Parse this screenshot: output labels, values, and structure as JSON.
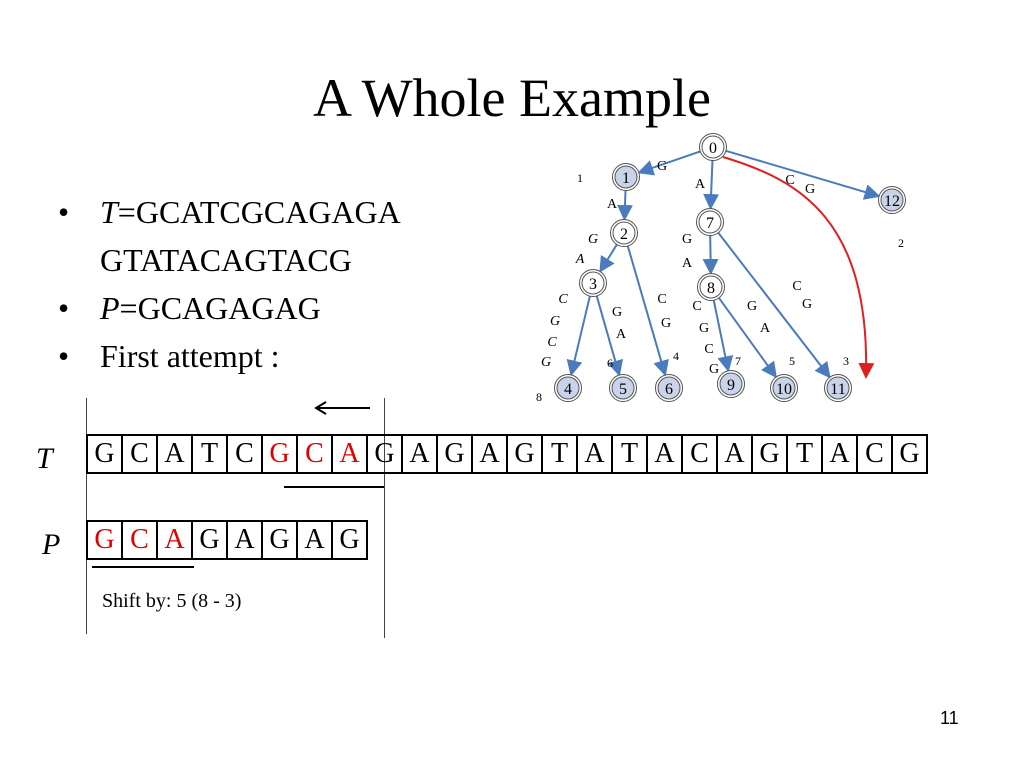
{
  "slide": {
    "title": "A Whole Example",
    "page_number": "11"
  },
  "bullets": [
    {
      "prefix_italic": "T",
      "text": "=GCATCGCAGAGA",
      "text_line2": "GTATACAGTACG"
    },
    {
      "prefix_italic": "P",
      "text": "=GCAGAGAG"
    },
    {
      "prefix_italic": "",
      "text": "First attempt :"
    }
  ],
  "labels": {
    "T": "T",
    "P": "P"
  },
  "text_row": [
    "G",
    "C",
    "A",
    "T",
    "C",
    "G",
    "C",
    "A",
    "G",
    "A",
    "G",
    "A",
    "G",
    "T",
    "A",
    "T",
    "A",
    "C",
    "A",
    "G",
    "T",
    "A",
    "C",
    "G"
  ],
  "text_row_red": [
    5,
    6,
    7
  ],
  "pattern_row": [
    "G",
    "C",
    "A",
    "G",
    "A",
    "G",
    "A",
    "G"
  ],
  "pattern_row_red": [
    0,
    1,
    2
  ],
  "shift_text": "Shift by: 5 (8 - 3)",
  "tree": {
    "nodes": [
      {
        "id": "0",
        "label": "0",
        "filled": false
      },
      {
        "id": "1",
        "label": "1",
        "filled": true
      },
      {
        "id": "2",
        "label": "2",
        "filled": false
      },
      {
        "id": "3",
        "label": "3",
        "filled": false
      },
      {
        "id": "4",
        "label": "4",
        "filled": true
      },
      {
        "id": "5",
        "label": "5",
        "filled": true
      },
      {
        "id": "6",
        "label": "6",
        "filled": true
      },
      {
        "id": "7",
        "label": "7",
        "filled": false
      },
      {
        "id": "8",
        "label": "8",
        "filled": false
      },
      {
        "id": "9",
        "label": "9",
        "filled": true
      },
      {
        "id": "10",
        "label": "10",
        "filled": true
      },
      {
        "id": "11",
        "label": "11",
        "filled": true
      },
      {
        "id": "12",
        "label": "12",
        "filled": true
      }
    ],
    "edge_labels": [
      "G",
      "A",
      "C",
      "G",
      "A",
      "G",
      "A",
      "G",
      "A",
      "C",
      "G",
      "C",
      "G",
      "G",
      "A",
      "C",
      "G",
      "C",
      "G",
      "C",
      "G",
      "G",
      "A",
      "C",
      "G"
    ],
    "numbers": [
      "1",
      "2",
      "8",
      "6",
      "4",
      "7",
      "5",
      "3"
    ],
    "colors": {
      "node_fill": "#c9d3ea",
      "edge": "#4a7bbd",
      "red_edge": "#e02020"
    }
  }
}
